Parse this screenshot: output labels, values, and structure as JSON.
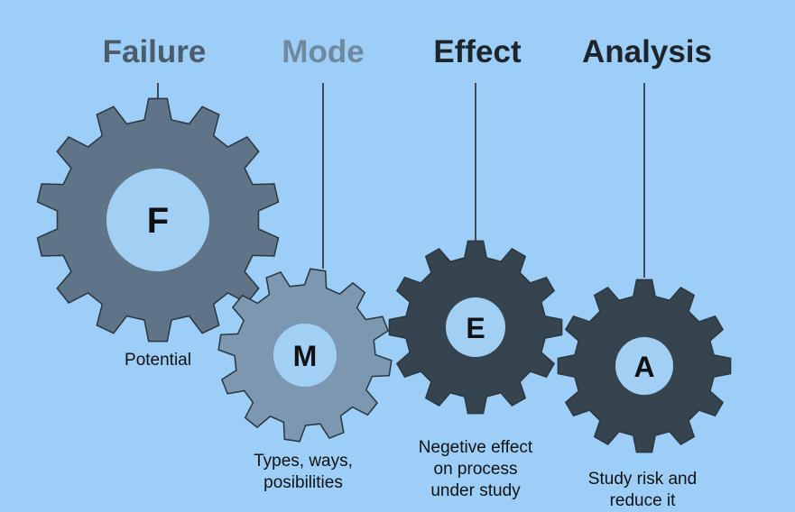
{
  "colors": {
    "background": "#9ccef8",
    "gear_failure": "#5f7587",
    "gear_mode": "#7b98b0",
    "gear_effect": "#36444f",
    "gear_analysis": "#36444f",
    "hub": "#a2d0f5"
  },
  "columns": [
    {
      "key": "failure",
      "heading": "Failure",
      "heading_color": "#4b5c6a",
      "letter": "F",
      "description": [
        "Potential"
      ]
    },
    {
      "key": "mode",
      "heading": "Mode",
      "heading_color": "#6f8a9f",
      "letter": "M",
      "description": [
        "Types, ways,",
        "posibilities"
      ]
    },
    {
      "key": "effect",
      "heading": "Effect",
      "heading_color": "#1d242a",
      "letter": "E",
      "description": [
        "Negetive effect",
        "on process",
        "under study"
      ]
    },
    {
      "key": "analysis",
      "heading": "Analysis",
      "heading_color": "#1d242a",
      "letter": "A",
      "description": [
        "Study risk and",
        "reduce it"
      ]
    }
  ]
}
